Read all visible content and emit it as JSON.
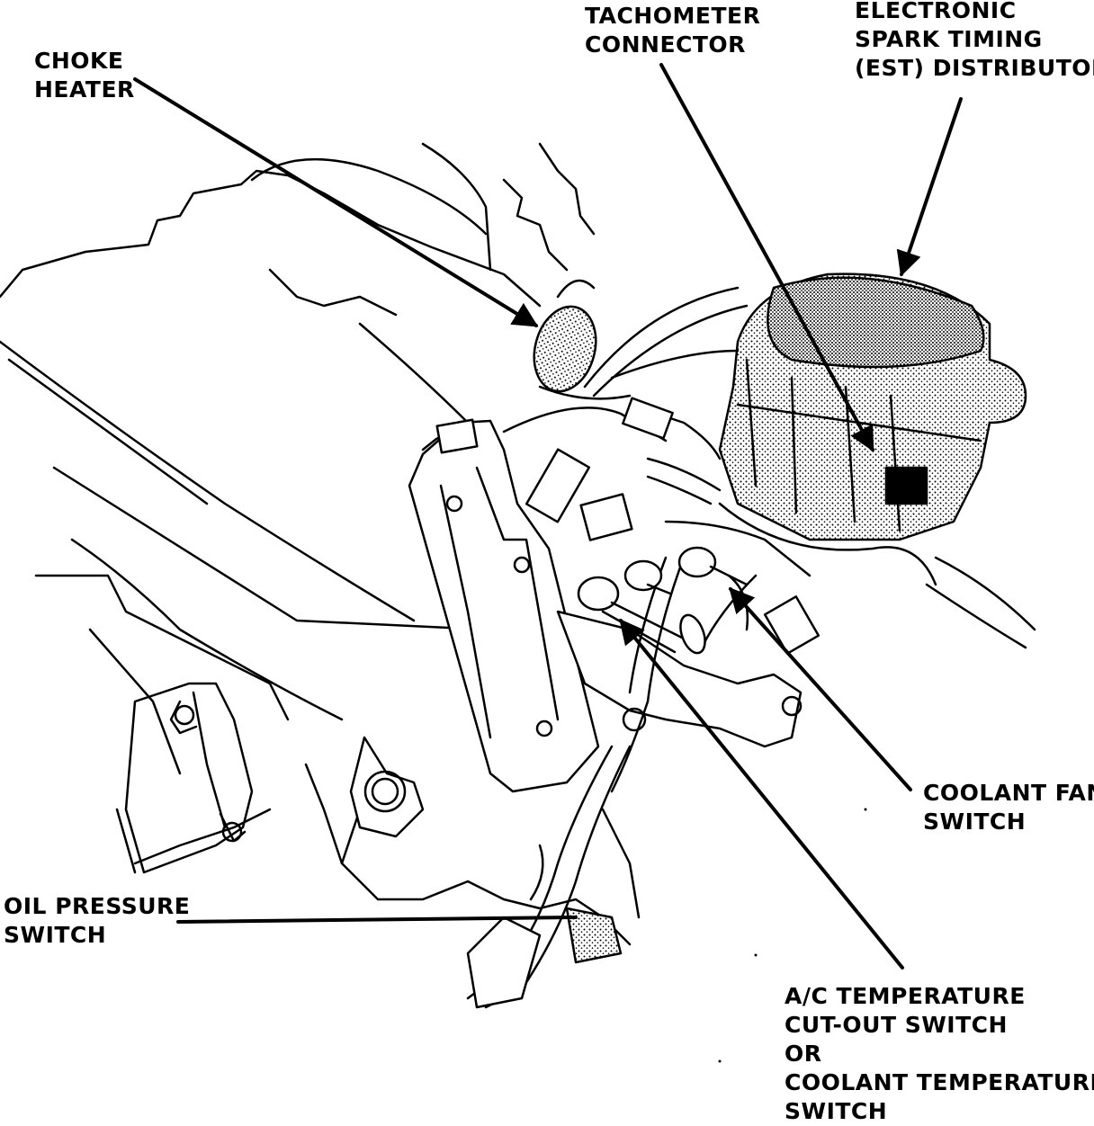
{
  "labels": {
    "choke_heater": [
      "CHOKE",
      "HEATER"
    ],
    "tachometer_connector": [
      "TACHOMETER",
      "CONNECTOR"
    ],
    "est_distributor": [
      "ELECTRONIC",
      "SPARK TIMING",
      "(EST) DISTRIBUTOR"
    ],
    "coolant_fan_switch": [
      "COOLANT FAN",
      "SWITCH"
    ],
    "oil_pressure_switch": [
      "OIL PRESSURE",
      "SWITCH"
    ],
    "ac_temp_switch": [
      "A/C TEMPERATURE",
      "CUT-OUT SWITCH",
      "OR",
      "COOLANT TEMPERATURE",
      "SWITCH"
    ]
  },
  "colors": {
    "ink": "#000000",
    "paper": "#ffffff"
  }
}
